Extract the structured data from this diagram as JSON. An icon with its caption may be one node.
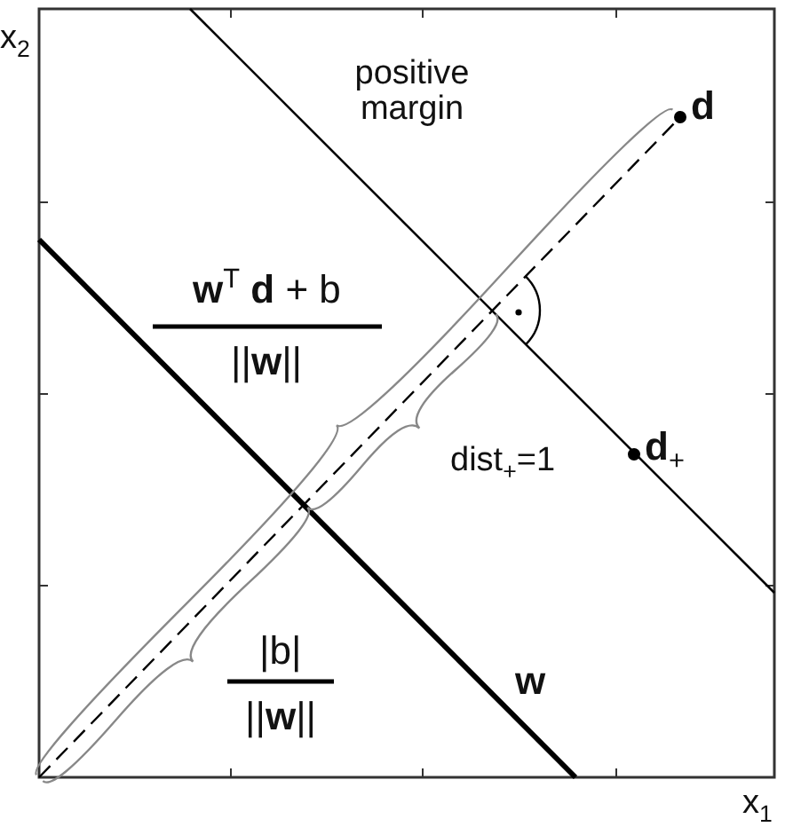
{
  "diagram": {
    "labels": [
      "x$_{2}$",
      "positive margin",
      "**d**",
      "**w**$^{T}$ **d** + b",
      "||**w**||",
      "dist$_{+}$=1",
      "**d**$_{+}$",
      "|b|",
      "||**w**||",
      "w",
      "x$_{1}$"
    ]
  }
}
